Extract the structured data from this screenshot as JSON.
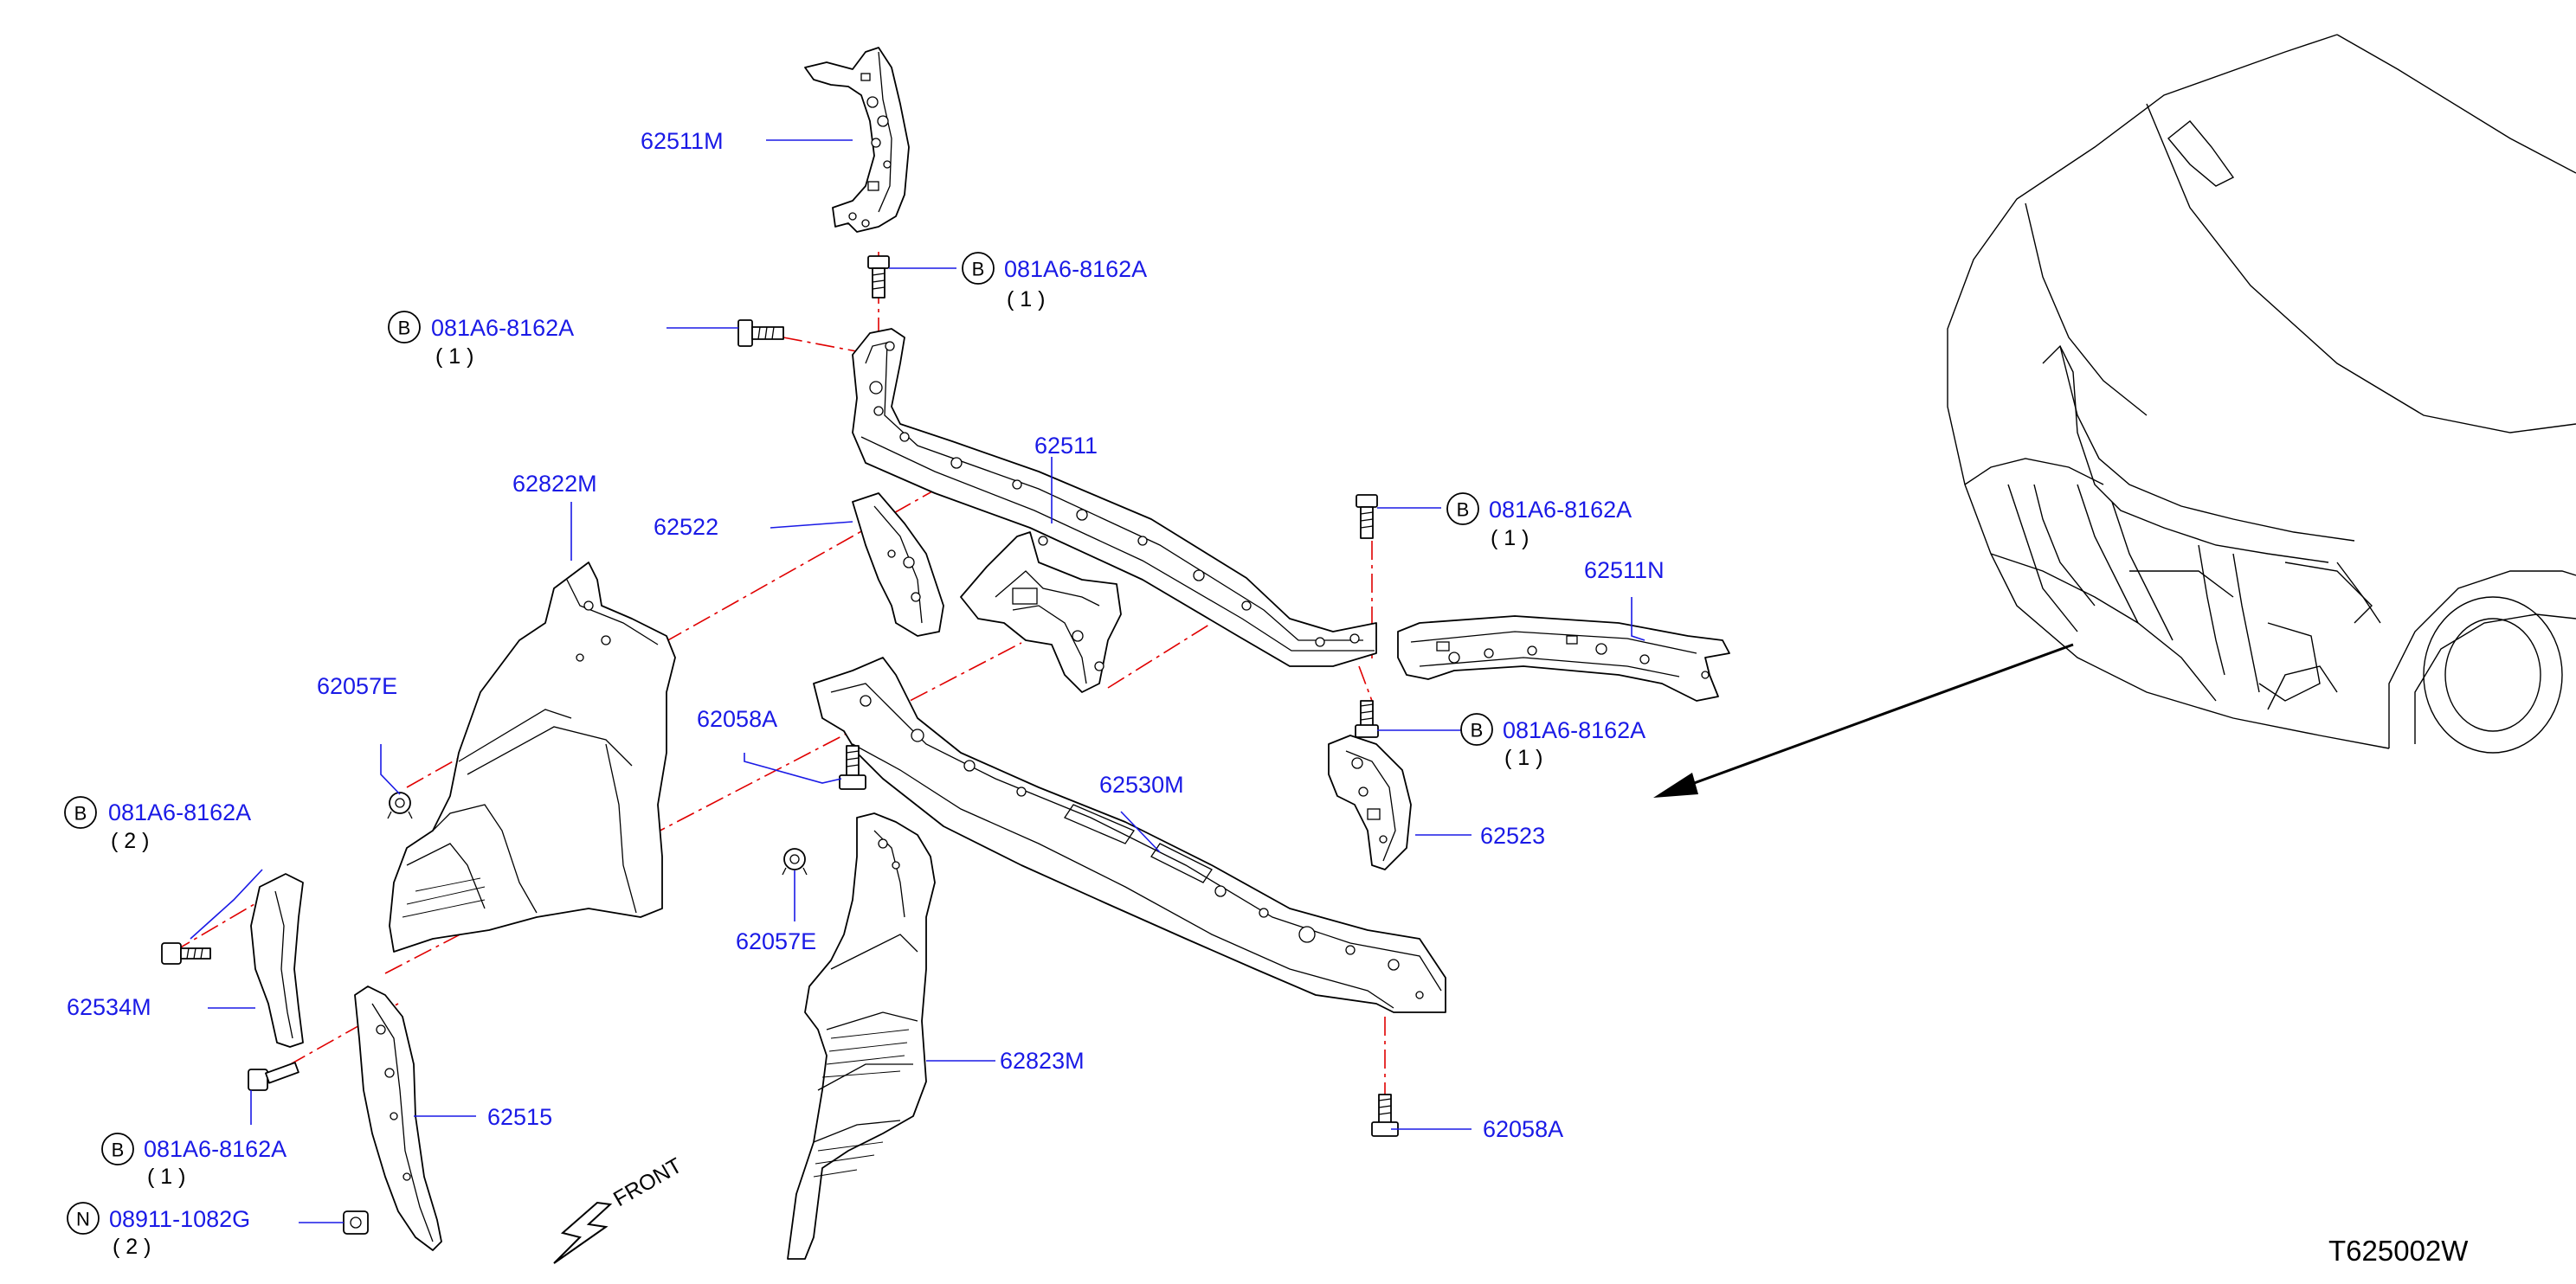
{
  "diagram_ref": "T625002W",
  "front_label": "FRONT",
  "colors": {
    "part_number": "#1a1ae6",
    "centerline": "#e00000",
    "outline": "#000000"
  },
  "callouts": [
    {
      "id": "c62511M",
      "text": "62511M"
    },
    {
      "id": "c62511",
      "text": "62511"
    },
    {
      "id": "c62822M",
      "text": "62822M"
    },
    {
      "id": "c62522",
      "text": "62522"
    },
    {
      "id": "c62057E_a",
      "text": "62057E"
    },
    {
      "id": "c62058A_a",
      "text": "62058A"
    },
    {
      "id": "c62530M",
      "text": "62530M"
    },
    {
      "id": "c62511N",
      "text": "62511N"
    },
    {
      "id": "c62523",
      "text": "62523"
    },
    {
      "id": "c62534M",
      "text": "62534M"
    },
    {
      "id": "c62057E_b",
      "text": "62057E"
    },
    {
      "id": "c62823M",
      "text": "62823M"
    },
    {
      "id": "c62515",
      "text": "62515"
    },
    {
      "id": "c62058A_b",
      "text": "62058A"
    }
  ],
  "fasteners": [
    {
      "id": "f1",
      "badge": "B",
      "part": "081A6-8162A",
      "qty": "( 1 )"
    },
    {
      "id": "f2",
      "badge": "B",
      "part": "081A6-8162A",
      "qty": "( 1 )"
    },
    {
      "id": "f3",
      "badge": "B",
      "part": "081A6-8162A",
      "qty": "( 1 )"
    },
    {
      "id": "f4",
      "badge": "B",
      "part": "081A6-8162A",
      "qty": "( 1 )"
    },
    {
      "id": "f5",
      "badge": "B",
      "part": "081A6-8162A",
      "qty": "( 2 )"
    },
    {
      "id": "f6",
      "badge": "B",
      "part": "081A6-8162A",
      "qty": "( 1 )"
    },
    {
      "id": "f7",
      "badge": "N",
      "part": "08911-1082G",
      "qty": "( 2 )"
    }
  ]
}
